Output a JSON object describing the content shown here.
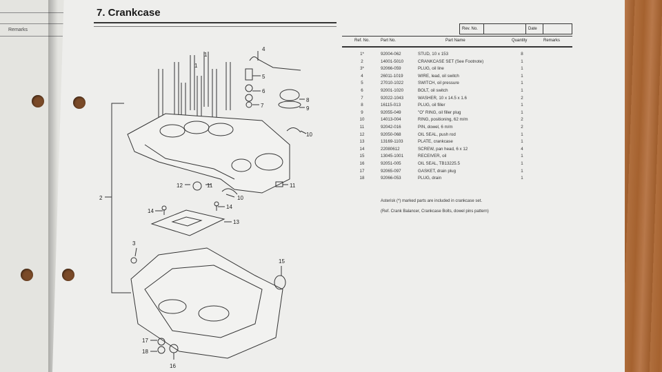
{
  "left_page": {
    "remarks_label": "Remarks"
  },
  "section": {
    "title": "7.  Crankcase"
  },
  "revision_box": {
    "rev_label": "Rev. No.",
    "date_label": "Date"
  },
  "table": {
    "headers": {
      "ref": "Ref. No.",
      "part_no": "Part No.",
      "name": "Part Name",
      "qty": "Quantity",
      "remarks": "Remarks"
    },
    "rows": [
      {
        "ref": "1*",
        "part_no": "92004-062",
        "name": "STUD, 10 x 153",
        "qty": "8"
      },
      {
        "ref": "2",
        "part_no": "14001-5010",
        "name": "CRANKCASE SET (See Footnote)",
        "qty": "1"
      },
      {
        "ref": "3*",
        "part_no": "92066-059",
        "name": "PLUG, oil line",
        "qty": "1"
      },
      {
        "ref": "4",
        "part_no": "26011-1019",
        "name": "WIRE, lead, oil switch",
        "qty": "1"
      },
      {
        "ref": "5",
        "part_no": "27010-1022",
        "name": "SWITCH, oil pressure",
        "qty": "1"
      },
      {
        "ref": "6",
        "part_no": "92001-1020",
        "name": "BOLT, oil switch",
        "qty": "1"
      },
      {
        "ref": "7",
        "part_no": "92022-1043",
        "name": "WASHER, 10 x 14.5 x 1.6",
        "qty": "2"
      },
      {
        "ref": "8",
        "part_no": "16115-013",
        "name": "PLUG, oil filler",
        "qty": "1"
      },
      {
        "ref": "9",
        "part_no": "92055-049",
        "name": "\"O\" RING, oil filler plug",
        "qty": "1"
      },
      {
        "ref": "10",
        "part_no": "14013-004",
        "name": "RING, positioning, 62 m/m",
        "qty": "2"
      },
      {
        "ref": "11",
        "part_no": "92042-016",
        "name": "PIN, dowel, 6 m/m",
        "qty": "2"
      },
      {
        "ref": "12",
        "part_no": "92050-068",
        "name": "OIL SEAL, push rod",
        "qty": "1"
      },
      {
        "ref": "13",
        "part_no": "13169-1103",
        "name": "PLATE, crankcase",
        "qty": "1"
      },
      {
        "ref": "14",
        "part_no": "22080612",
        "name": "SCREW, pan head, 6 x 12",
        "qty": "4"
      },
      {
        "ref": "15",
        "part_no": "13045-1001",
        "name": "RECEIVER, oil",
        "qty": "1"
      },
      {
        "ref": "16",
        "part_no": "92051-005",
        "name": "OIL SEAL, TB13225.5",
        "qty": "1"
      },
      {
        "ref": "17",
        "part_no": "92065-097",
        "name": "GASKET, drain plug",
        "qty": "1"
      },
      {
        "ref": "18",
        "part_no": "92066-053",
        "name": "PLUG, drain",
        "qty": "1"
      }
    ]
  },
  "footnote": {
    "line1": "Asterisk (*) marked parts are included in crankcase set.",
    "line2": "(Ref. Crank Balancer, Crankcase Bolts, dowel pins pattern)"
  },
  "diagram_labels": {
    "n1": "1",
    "n2": "2",
    "n3": "3",
    "n4": "4",
    "n5": "5",
    "n6": "6",
    "n7": "7",
    "n8": "8",
    "n9": "9",
    "n10": "10",
    "n11": "11",
    "n12": "12",
    "n13": "13",
    "n14": "14",
    "n15": "15",
    "n16": "16",
    "n17": "17",
    "n18": "18"
  }
}
